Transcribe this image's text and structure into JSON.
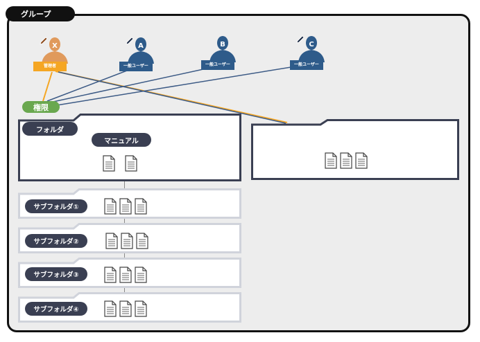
{
  "group": {
    "label": "グループ"
  },
  "users": [
    {
      "id": "x",
      "letter": "X",
      "role": "管理者",
      "color": "#e09a5c",
      "role_color": "#f5a623"
    },
    {
      "id": "a",
      "letter": "A",
      "role": "一般ユーザー",
      "color": "#2e5b8a",
      "role_color": "#2e5b8a"
    },
    {
      "id": "b",
      "letter": "B",
      "role": "一般ユーザー",
      "color": "#2e5b8a",
      "role_color": "#2e5b8a"
    },
    {
      "id": "c",
      "letter": "C",
      "role": "一般ユーザー",
      "color": "#2e5b8a",
      "role_color": "#2e5b8a"
    }
  ],
  "permission": {
    "label": "権限",
    "color": "#6aa84f"
  },
  "main_folder": {
    "label": "フォルダ",
    "manual_label": "マニュアル"
  },
  "subfolders": [
    {
      "label": "サブフォルダ①"
    },
    {
      "label": "サブフォルダ②"
    },
    {
      "label": "サブフォルダ③"
    },
    {
      "label": "サブフォルダ④"
    }
  ],
  "colors": {
    "admin_line": "#f5a623",
    "user_line": "#3c5a85",
    "folder_border": "#3a3f52",
    "subfolder_border": "#d0d3db"
  }
}
